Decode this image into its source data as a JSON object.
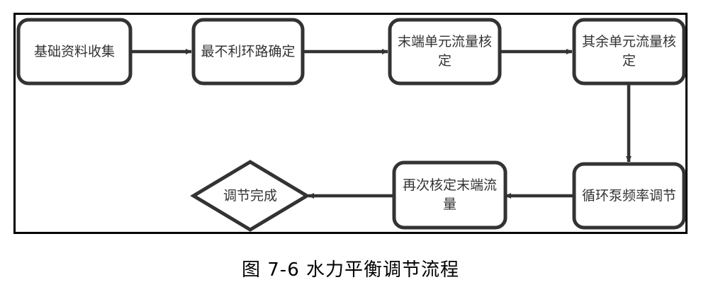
{
  "figure": {
    "caption": "图 7-6  水力平衡调节流程",
    "frame": {
      "stroke_color": "#000000",
      "fill_color": "#ffffff"
    },
    "style": {
      "node_stroke": "#333333",
      "node_fill": "#ffffff",
      "arrow_color": "#333333",
      "text_color": "#333333",
      "caption_color": "#000000"
    }
  },
  "chart_data": {
    "type": "diagram",
    "title": "图 7-6  水力平衡调节流程",
    "nodes": [
      {
        "id": "n1",
        "label": "基础资料收集",
        "shape": "rounded-rect",
        "row": "top",
        "order": 1
      },
      {
        "id": "n2",
        "label": "最不利环路确定",
        "shape": "rounded-rect",
        "row": "top",
        "order": 2
      },
      {
        "id": "n3",
        "label": "末端单元流量核\n定",
        "shape": "rounded-rect",
        "row": "top",
        "order": 3
      },
      {
        "id": "n4",
        "label": "其余单元流量核\n定",
        "shape": "rounded-rect",
        "row": "top",
        "order": 4
      },
      {
        "id": "n5",
        "label": "循环泵频率调节",
        "shape": "rounded-rect",
        "row": "bottom",
        "order": 1
      },
      {
        "id": "n6",
        "label": "再次核定末端流\n量",
        "shape": "rounded-rect",
        "row": "bottom",
        "order": 2
      },
      {
        "id": "n7",
        "label": "调节完成",
        "shape": "diamond",
        "row": "bottom",
        "order": 3
      }
    ],
    "edges": [
      {
        "from": "n1",
        "to": "n2",
        "direction": "right"
      },
      {
        "from": "n2",
        "to": "n3",
        "direction": "right"
      },
      {
        "from": "n3",
        "to": "n4",
        "direction": "right"
      },
      {
        "from": "n4",
        "to": "n5",
        "direction": "down"
      },
      {
        "from": "n5",
        "to": "n6",
        "direction": "left"
      },
      {
        "from": "n6",
        "to": "n7",
        "direction": "left"
      }
    ]
  },
  "nodes": {
    "n1": {
      "label": "基础资料收集"
    },
    "n2": {
      "label": "最不利环路确定"
    },
    "n3": {
      "label": "末端单元流量核\n定"
    },
    "n4": {
      "label": "其余单元流量核\n定"
    },
    "n5": {
      "label": "循环泵频率调节"
    },
    "n6": {
      "label": "再次核定末端流\n量"
    },
    "n7": {
      "label": "调节完成"
    }
  }
}
